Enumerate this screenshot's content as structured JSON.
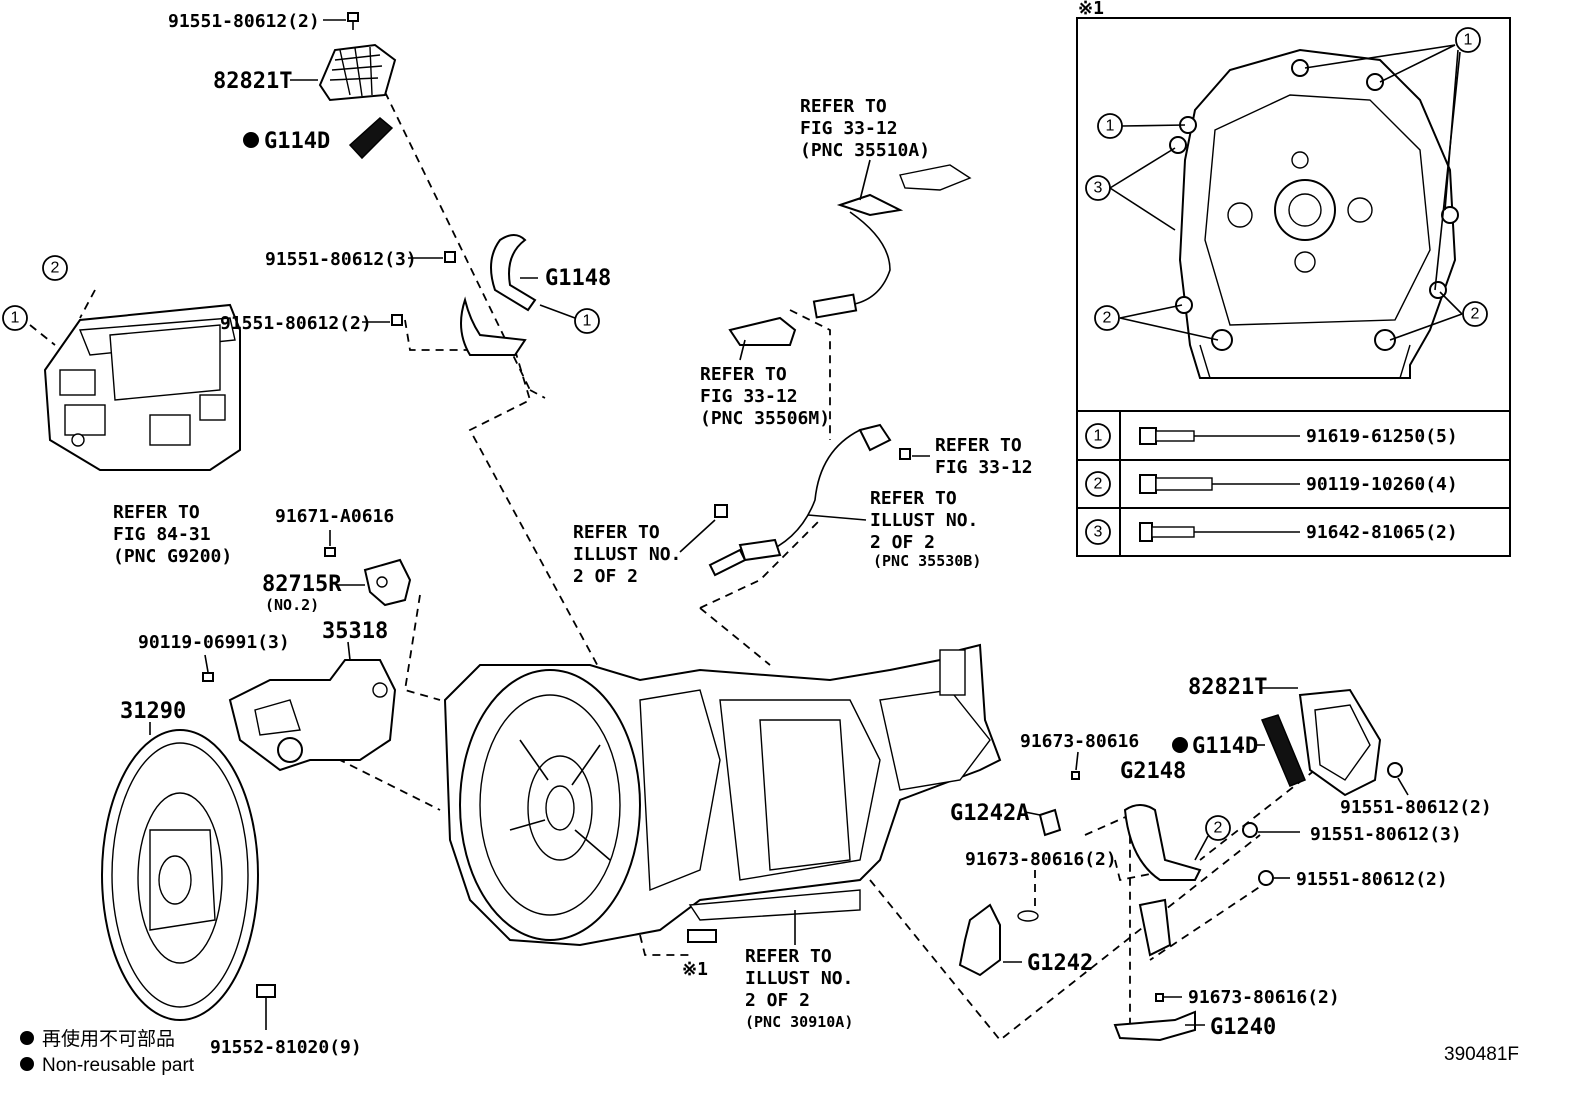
{
  "labels": {
    "pn_91551_80612_2_top": "91551-80612(2)",
    "pn_82821T_top": "82821T",
    "pn_G114D_top": "G114D",
    "pn_91551_80612_3_mid": "91551-80612(3)",
    "pn_G1148": "G1148",
    "pn_91551_80612_2_mid": "91551-80612(2)",
    "refer_fig3312_a_1": "REFER TO",
    "refer_fig3312_a_2": "FIG 33-12",
    "refer_fig3312_a_3": "(PNC 35510A)",
    "refer_fig3312_b_1": "REFER TO",
    "refer_fig3312_b_2": "FIG 33-12",
    "refer_fig3312_b_3": "(PNC 35506M)",
    "refer_fig3312_c_1": "REFER TO",
    "refer_fig3312_c_2": "FIG 33-12",
    "refer_illust_a_1": "REFER TO",
    "refer_illust_a_2": "ILLUST NO.",
    "refer_illust_a_3": "2 OF 2",
    "refer_illust_a_4": "(PNC 35530B)",
    "refer_illust_b_1": "REFER TO",
    "refer_illust_b_2": "ILLUST NO.",
    "refer_illust_b_3": "2 OF 2",
    "refer_fig8431_1": "REFER TO",
    "refer_fig8431_2": "FIG 84-31",
    "refer_fig8431_3": "(PNC G9200)",
    "pn_91671_A0616": "91671-A0616",
    "pn_82715R": "82715R",
    "pn_82715R_note": "(NO.2)",
    "pn_90119_06991_3": "90119-06991(3)",
    "pn_35318": "35318",
    "pn_31290": "31290",
    "pn_91552_81020_9": "91552-81020(9)",
    "refer_illust_c_1": "REFER TO",
    "refer_illust_c_2": "ILLUST NO.",
    "refer_illust_c_3": "2 OF 2",
    "refer_illust_c_4": "(PNC 30910A)",
    "mark_x1_bottom": "※1",
    "mark_x1_box": "※1",
    "pn_82821T_right": "82821T",
    "pn_G114D_right": "G114D",
    "pn_91673_80616": "91673-80616",
    "pn_G2148": "G2148",
    "pn_G1242A": "G1242A",
    "pn_91673_80616_2_a": "91673-80616(2)",
    "pn_91551_80612_2_right": "91551-80612(2)",
    "pn_91551_80612_3_right": "91551-80612(3)",
    "pn_91551_80612_2_right2": "91551-80612(2)",
    "pn_G1242": "G1242",
    "pn_91673_80616_2_b": "91673-80616(2)",
    "pn_G1240": "G1240",
    "legend_jp": "再使用不可部品",
    "legend_en": "Non-reusable part",
    "figure_code": "390481F"
  },
  "callouts": {
    "c1": "1",
    "c2": "2",
    "c3": "3"
  },
  "bolt_table": [
    {
      "ref": "1",
      "part": "91619-61250(5)"
    },
    {
      "ref": "2",
      "part": "90119-10260(4)"
    },
    {
      "ref": "3",
      "part": "91642-81065(2)"
    }
  ]
}
